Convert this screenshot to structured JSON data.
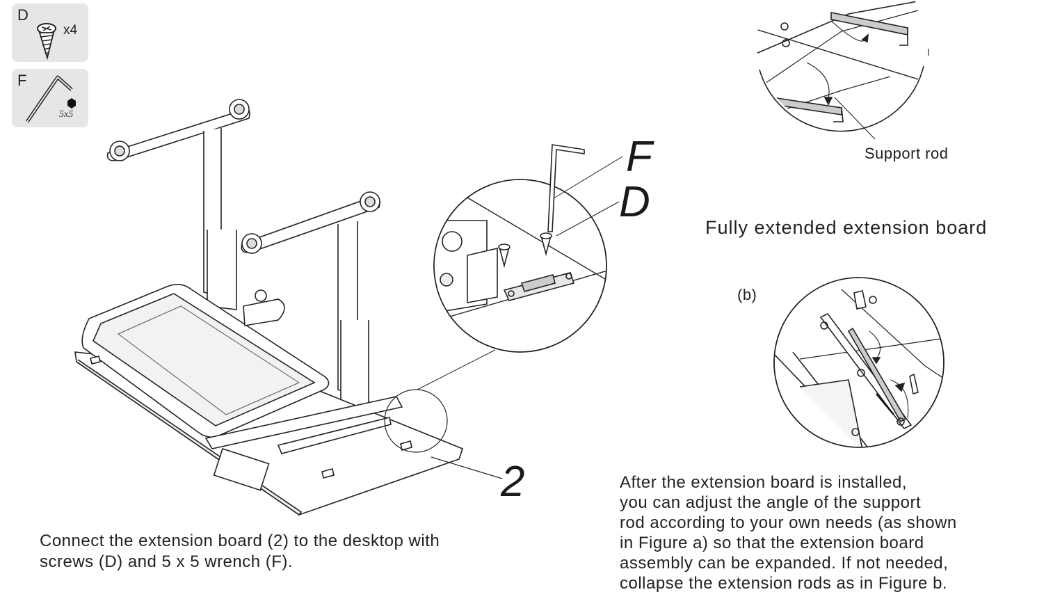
{
  "parts": [
    {
      "letter": "D",
      "quantity": "x4",
      "icon": "screw-icon"
    },
    {
      "letter": "F",
      "size": "5x5",
      "icon": "hex-wrench-icon"
    }
  ],
  "callouts": {
    "wrench": "F",
    "screw": "D",
    "extension_board": "2"
  },
  "figure_a": {
    "support_rod_label": "Support rod"
  },
  "figure_b": {
    "label": "(b)"
  },
  "heading": "Fully extended extension board",
  "instructions": {
    "left_lines": [
      "Connect the extension board (2) to the desktop with",
      "screws (D) and 5 x 5 wrench (F)."
    ],
    "right_lines": [
      "After the extension board is installed,",
      "you can adjust the angle of the support",
      "rod according to your own needs (as shown",
      "in Figure a) so that the extension board",
      "assembly can be expanded. If not needed,",
      "collapse the extension rods as in Figure b."
    ]
  }
}
